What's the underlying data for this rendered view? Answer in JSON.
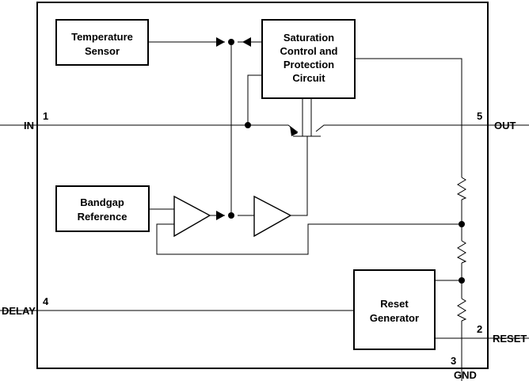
{
  "blocks": {
    "temperature_sensor": [
      "Temperature",
      "Sensor"
    ],
    "saturation_control": [
      "Saturation",
      "Control and",
      "Protection",
      "Circuit"
    ],
    "bandgap_reference": [
      "Bandgap",
      "Reference"
    ],
    "reset_generator": [
      "Reset",
      "Generator"
    ]
  },
  "pins": {
    "in": {
      "number": "1",
      "name": "IN"
    },
    "out": {
      "number": "5",
      "name": "OUT"
    },
    "delay": {
      "number": "4",
      "name": "DELAY"
    },
    "reset": {
      "number": "2",
      "name": "RESET"
    },
    "gnd": {
      "number": "3",
      "name": "GND"
    }
  }
}
